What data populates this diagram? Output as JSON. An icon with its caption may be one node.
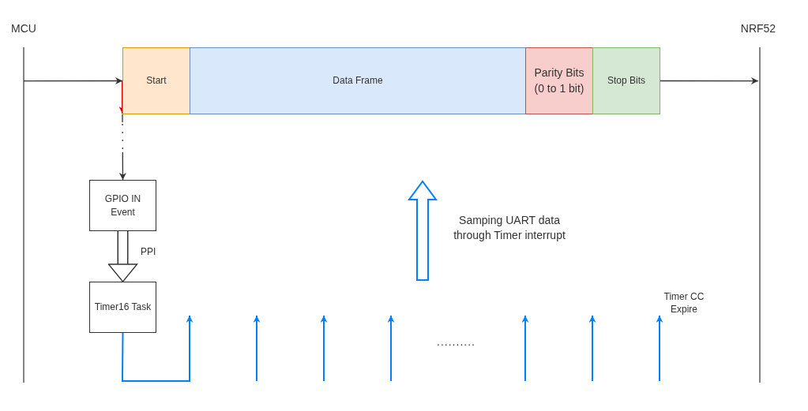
{
  "diagram": {
    "nodes": [
      {
        "text": [
          "MCU"
        ]
      },
      {
        "text": [
          "NRF52"
        ]
      },
      {
        "text": [
          "Start"
        ]
      },
      {
        "text": [
          "Data Frame"
        ]
      },
      {
        "text": [
          "Parity Bits (0 to 1 bit)"
        ]
      },
      {
        "text": [
          "Stop Bits"
        ]
      },
      {
        "text": [
          "GPIO IN Event"
        ]
      },
      {
        "text": [
          "Timer16 Task"
        ]
      }
    ],
    "edges": [
      {
        "from": 0,
        "to": 2,
        "arrow": "to"
      },
      {
        "from": 5,
        "to": 1,
        "arrow": "to"
      },
      {
        "from": 2,
        "to": 6,
        "arrow": "to",
        "style": "dashed"
      },
      {
        "from": 6,
        "to": 7,
        "arrow": "to",
        "label": "PPI",
        "style": "thick"
      },
      {
        "from": 7,
        "to": null,
        "arrow": "to",
        "color": "#007fff"
      }
    ],
    "labels": [
      "Samping UART data through Timer interrupt",
      "Timer CC Expire",
      ".........."
    ]
  }
}
